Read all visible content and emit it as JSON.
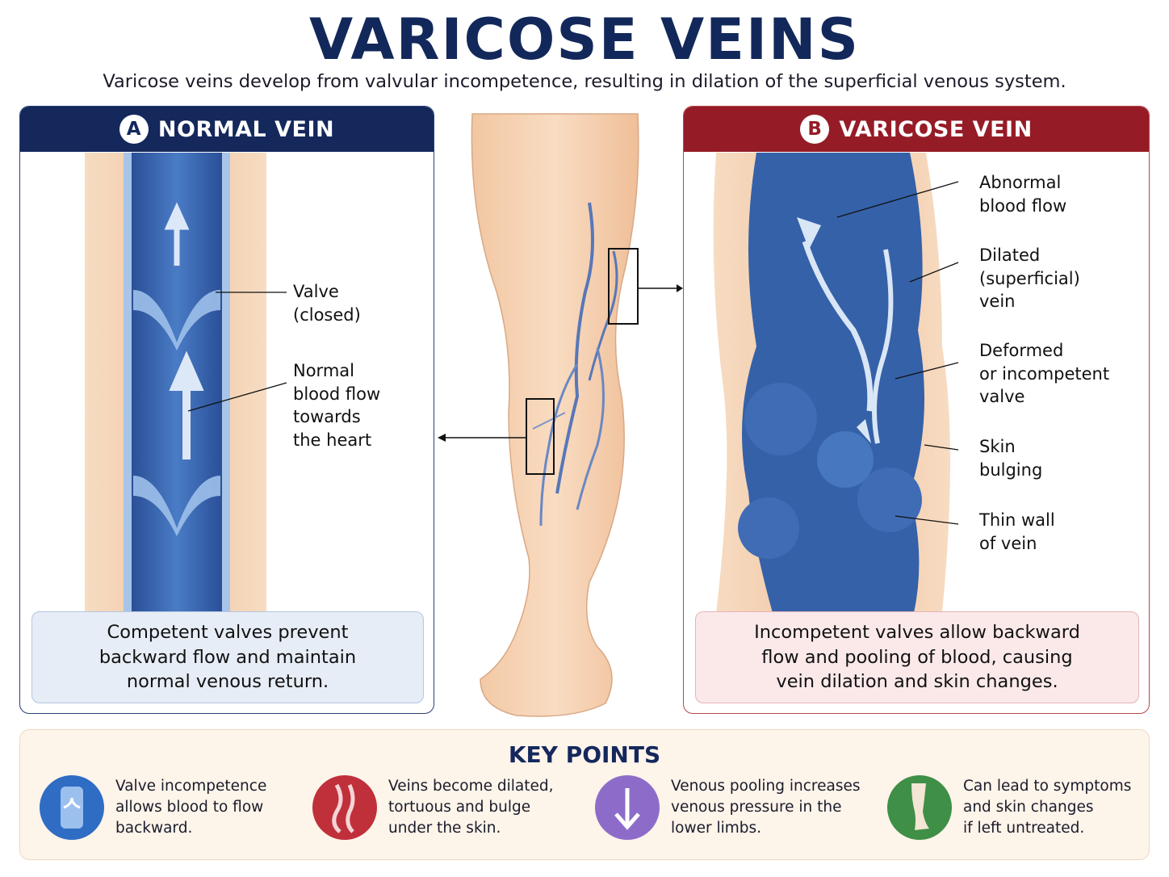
{
  "title": "VARICOSE VEINS",
  "subtitle": "Varicose veins develop from valvular incompetence, resulting in dilation of the superficial venous system.",
  "panel_a": {
    "badge": "A",
    "heading": "NORMAL VEIN",
    "labels": {
      "valve": [
        "Valve",
        "(closed)"
      ],
      "flow": [
        "Normal",
        "blood flow",
        "towards",
        "the heart"
      ]
    },
    "caption": [
      "Competent valves prevent",
      "backward flow and maintain",
      "normal venous return."
    ]
  },
  "panel_b": {
    "badge": "B",
    "heading": "VARICOSE VEIN",
    "labels": {
      "abnormal": [
        "Abnormal",
        "blood flow"
      ],
      "dilated": [
        "Dilated",
        "(superficial)",
        "vein"
      ],
      "deformed": [
        "Deformed",
        "or incompetent",
        "valve"
      ],
      "skin": [
        "Skin",
        "bulging"
      ],
      "thin": [
        "Thin wall",
        "of vein"
      ]
    },
    "caption": [
      "Incompetent valves allow backward",
      "flow and pooling of blood, causing",
      "vein dilation and skin changes."
    ]
  },
  "key_points": {
    "title": "KEY POINTS",
    "items": [
      {
        "icon": "vein-valve-icon",
        "color": "#2f6cc4",
        "lines": [
          "Valve incompetence",
          "allows blood to flow",
          "backward."
        ]
      },
      {
        "icon": "dilated-veins-icon",
        "color": "#c0303a",
        "lines": [
          "Veins become dilated,",
          "tortuous and bulge",
          "under the skin."
        ]
      },
      {
        "icon": "down-arrow-icon",
        "color": "#8d6cc9",
        "lines": [
          "Venous pooling increases",
          "venous pressure in the",
          "lower limbs."
        ]
      },
      {
        "icon": "leg-icon",
        "color": "#3f8f47",
        "lines": [
          "Can lead to symptoms",
          "and skin changes",
          "if left untreated."
        ]
      }
    ]
  },
  "colors": {
    "navy": "#14285c",
    "red": "#951c27",
    "vein": "#3561a8"
  }
}
